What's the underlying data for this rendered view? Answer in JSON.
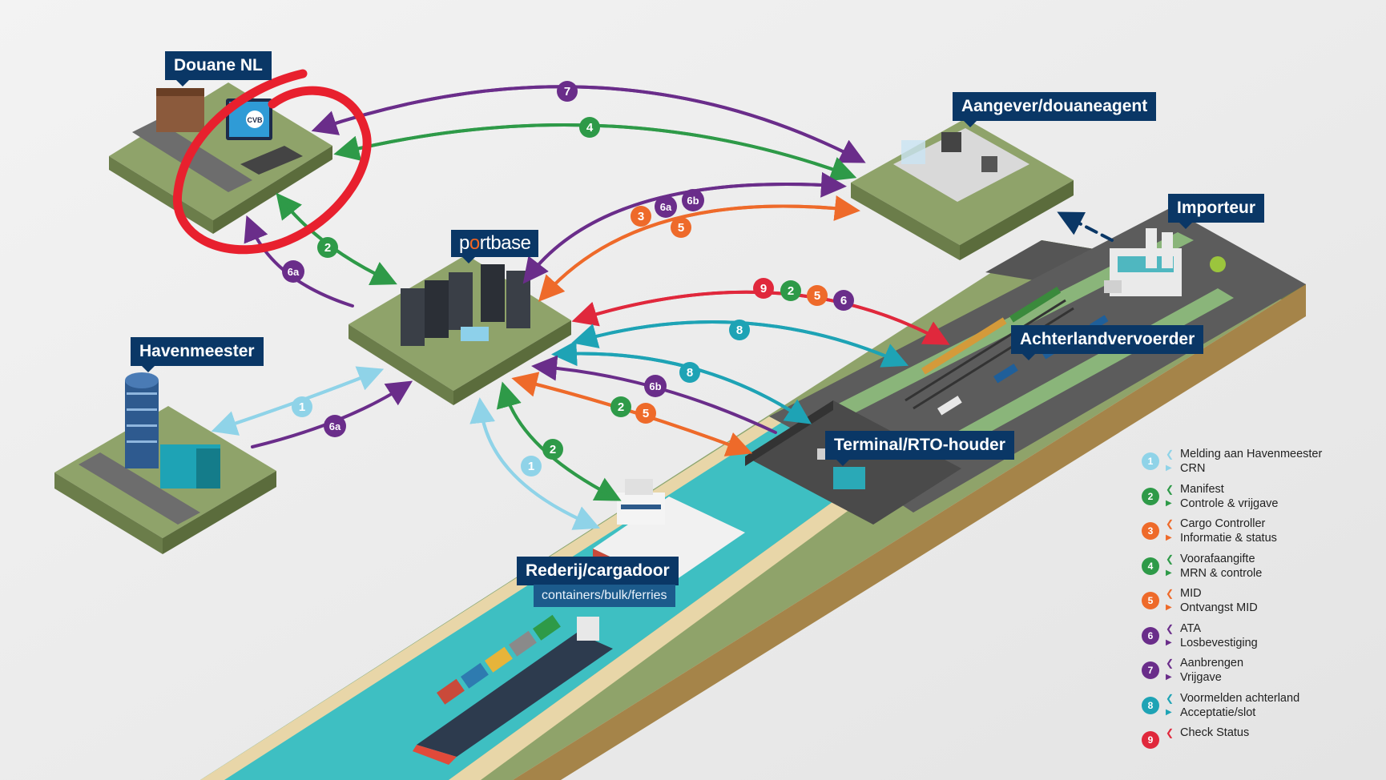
{
  "labels": {
    "douane": "Douane NL",
    "aangever": "Aangever/douaneagent",
    "importeur": "Importeur",
    "portbase": "portbase",
    "havenmeester": "Havenmeester",
    "achterland": "Achterlandvervoerder",
    "terminal": "Terminal/RTO-houder",
    "rederij": "Rederij/cargadoor",
    "rederij_sub": "containers/bulk/ferries",
    "cvb_screen": "CVB"
  },
  "colors": {
    "c1": "#8fd3e8",
    "c2": "#2e9a48",
    "c3": "#ee6a2a",
    "c4": "#2e9a48",
    "c5": "#ee6a2a",
    "c6": "#6a2d8a",
    "c7": "#6a2d8a",
    "c8": "#1ea3b5",
    "c9": "#e0283c",
    "label_bg": "#0a3766",
    "highlight_circle": "#e8202e"
  },
  "badges": {
    "b7": "7",
    "b4": "4",
    "b2a": "2",
    "b6a_top": "6a",
    "b3": "3",
    "b6a_mid": "6a",
    "b6b_mid": "6b",
    "b5_mid": "5",
    "b9": "9",
    "b2_mid": "2",
    "b5_mid2": "5",
    "b6_mid": "6",
    "b8a": "8",
    "b8b": "8",
    "b6b_low": "6b",
    "b2_low": "2",
    "b5_low": "5",
    "b1_left": "1",
    "b6a_left": "6a",
    "b2_ship": "2",
    "b1_ship": "1"
  },
  "legend": [
    {
      "num": "1",
      "color": "#8fd3e8",
      "in": "Melding aan Havenmeester",
      "out": "CRN"
    },
    {
      "num": "2",
      "color": "#2e9a48",
      "in": "Manifest",
      "out": "Controle & vrijgave"
    },
    {
      "num": "3",
      "color": "#ee6a2a",
      "in": "Cargo Controller",
      "out": "Informatie & status"
    },
    {
      "num": "4",
      "color": "#2e9a48",
      "in": "Voorafaangifte",
      "out": "MRN & controle"
    },
    {
      "num": "5",
      "color": "#ee6a2a",
      "in": "MID",
      "out": "Ontvangst MID"
    },
    {
      "num": "6",
      "color": "#6a2d8a",
      "in": "ATA",
      "out": "Losbevestiging"
    },
    {
      "num": "7",
      "color": "#6a2d8a",
      "in": "Aanbrengen",
      "out": "Vrijgave"
    },
    {
      "num": "8",
      "color": "#1ea3b5",
      "in": "Voormelden achterland",
      "out": "Acceptatie/slot"
    },
    {
      "num": "9",
      "color": "#e0283c",
      "in": "Check Status",
      "out": ""
    }
  ]
}
